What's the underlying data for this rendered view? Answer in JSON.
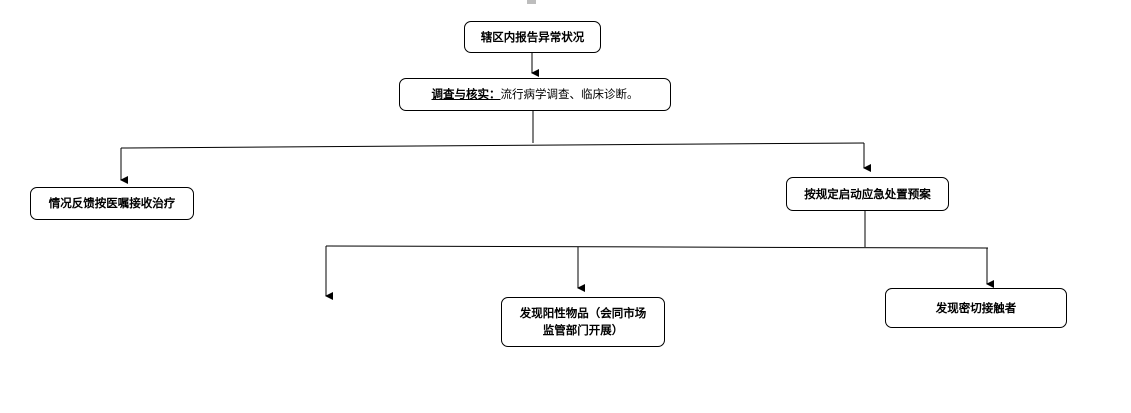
{
  "nodes": {
    "report": "辖区内报告异常状况",
    "investigate_label": "调查与核实：",
    "investigate_text": "流行病学调查、临床诊断。",
    "feedback": "情况反馈按医嘱接收治疗",
    "emergency": "按规定启动应急处置预案",
    "positive_items_line1": "发现阳性物品（会同市场",
    "positive_items_line2": "监管部门开展）",
    "close_contacts": "发现密切接触者"
  },
  "colors": {
    "line": "#000000",
    "border": "#000000",
    "background": "#ffffff"
  }
}
